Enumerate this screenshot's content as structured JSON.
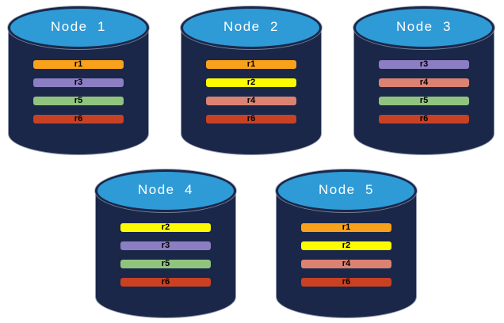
{
  "colors": {
    "cylinder_body": "#1A2749",
    "cylinder_top": "#2E9AD6",
    "outline": "#96a0b4",
    "replicas": {
      "r1": "#F9A11B",
      "r2": "#FCFB00",
      "r3": "#8B7EC2",
      "r4": "#DC8273",
      "r5": "#90C47E",
      "r6": "#C94123"
    }
  },
  "nodes": [
    {
      "label": "Node  1",
      "replicas": [
        "r1",
        "r3",
        "r5",
        "r6"
      ]
    },
    {
      "label": "Node  2",
      "replicas": [
        "r1",
        "r2",
        "r4",
        "r6"
      ]
    },
    {
      "label": "Node  3",
      "replicas": [
        "r3",
        "r4",
        "r5",
        "r6"
      ]
    },
    {
      "label": "Node  4",
      "replicas": [
        "r2",
        "r3",
        "r5",
        "r6"
      ]
    },
    {
      "label": "Node  5",
      "replicas": [
        "r1",
        "r2",
        "r4",
        "r6"
      ]
    }
  ]
}
